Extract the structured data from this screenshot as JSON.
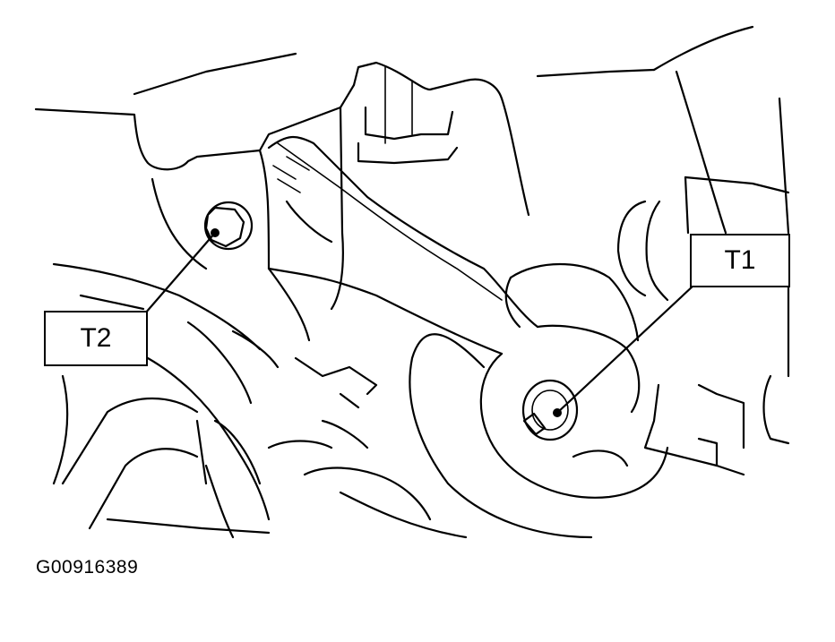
{
  "callouts": {
    "t1": {
      "label": "T1"
    },
    "t2": {
      "label": "T2"
    }
  },
  "figure_id": "G00916389",
  "colors": {
    "line": "#000000",
    "background": "#ffffff"
  }
}
